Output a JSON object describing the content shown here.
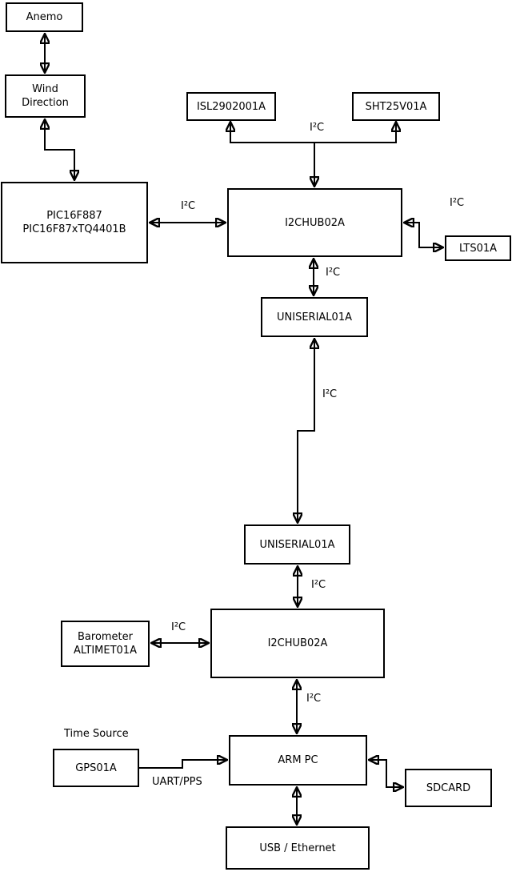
{
  "diagram": {
    "boxes": {
      "anemo": {
        "label": "Anemo"
      },
      "wind": {
        "label": "Wind\nDirection"
      },
      "pic": {
        "label": "PIC16F887\nPIC16F87xTQ4401B"
      },
      "isl": {
        "label": "ISL2902001A"
      },
      "sht": {
        "label": "SHT25V01A"
      },
      "hub1": {
        "label": "I2CHUB02A"
      },
      "lts": {
        "label": "LTS01A"
      },
      "uniserial1": {
        "label": "UNISERIAL01A"
      },
      "uniserial2": {
        "label": "UNISERIAL01A"
      },
      "hub2": {
        "label": "I2CHUB02A"
      },
      "barometer": {
        "label": "Barometer\nALTIMET01A"
      },
      "gps": {
        "label": "GPS01A"
      },
      "arm_pc": {
        "label": "ARM PC"
      },
      "sdcard": {
        "label": "SDCARD"
      },
      "usb": {
        "label": "USB / Ethernet"
      }
    },
    "labels": {
      "i2c": "I²C",
      "time_source": "Time Source",
      "uart_pps": "UART/PPS"
    },
    "colors": {
      "line": "#000000",
      "box_border": "#000000",
      "box_fill": "#ffffff",
      "background": "#ffffff",
      "text": "#000000"
    }
  }
}
